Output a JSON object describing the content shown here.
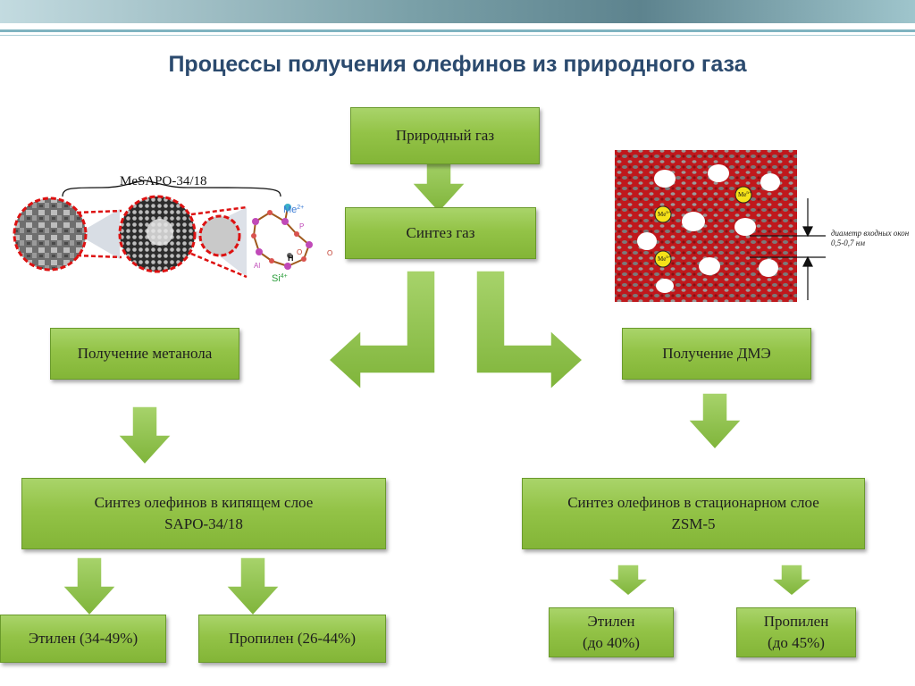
{
  "title": "Процессы получения олефинов из природного газа",
  "nodes": {
    "natural_gas": "Природный газ",
    "syngas": "Синтез газ",
    "methanol": "Получение метанола",
    "dme": "Получение ДМЭ",
    "fluid_bed": {
      "line1": "Синтез олефинов в кипящем  слое",
      "line2": "SAPO-34/18"
    },
    "fixed_bed": {
      "line1": "Синтез олефинов в стационарном слое",
      "line2": "ZSM-5"
    },
    "ethylene_left": "Этилен (34-49%)",
    "propylene_left": "Пропилен (26-44%)",
    "ethylene_right": {
      "line1": "Этилен",
      "line2": "(до 40%)"
    },
    "propylene_right": {
      "line1": "Пропилен",
      "line2": "(до 45%)"
    }
  },
  "left_figure": {
    "label": "MeSAPO-34/18",
    "atoms": {
      "me": "Me",
      "me_charge": "2+",
      "p": "P",
      "o1": "O",
      "o2": "O",
      "h": "H",
      "al": "Al",
      "si": "Si",
      "si_charge": "4+"
    }
  },
  "right_figure": {
    "site_label": "Me",
    "site_sup": "n+",
    "annotation": "диаметр входных окон 0,5-0,7 нм"
  },
  "colors": {
    "box_green": "#93c347",
    "arrow_green": "#8cc04a",
    "title_blue": "#2b4a6e",
    "zeolite_red": "#c0181c",
    "site_yellow": "#f5e219"
  }
}
